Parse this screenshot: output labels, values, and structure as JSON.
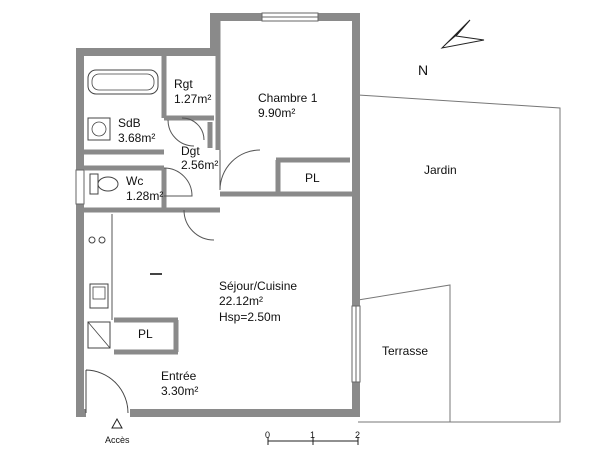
{
  "compass": {
    "north_label": "N"
  },
  "rooms": {
    "rgt": {
      "name": "Rgt",
      "area": "1.27m²"
    },
    "sdb": {
      "name": "SdB",
      "area": "3.68m²"
    },
    "dgt": {
      "name": "Dgt",
      "area": "2.56m²"
    },
    "wc": {
      "name": "Wc",
      "area": "1.28m²"
    },
    "chambre1": {
      "name": "Chambre 1",
      "area": "9.90m²"
    },
    "sejour": {
      "name": "Séjour/Cuisine",
      "area": "22.12m²",
      "height": "Hsp=2.50m"
    },
    "entree": {
      "name": "Entrée",
      "area": "3.30m²"
    }
  },
  "closets": {
    "pl_chambre": "PL",
    "pl_entree": "PL"
  },
  "outdoor": {
    "jardin": "Jardin",
    "terrasse": "Terrasse"
  },
  "access_label": "Accès",
  "scale_bar": {
    "ticks": [
      "0",
      "1",
      "2"
    ]
  }
}
